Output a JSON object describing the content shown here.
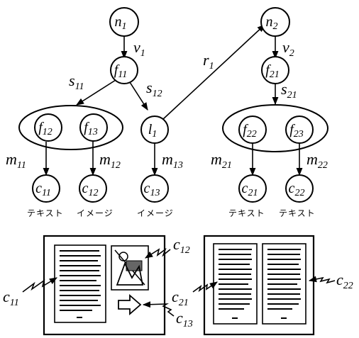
{
  "nodes": {
    "n1": {
      "base": "n",
      "sub": "1"
    },
    "f11": {
      "base": "f",
      "sub": "11"
    },
    "f12": {
      "base": "f",
      "sub": "12"
    },
    "f13": {
      "base": "f",
      "sub": "13"
    },
    "l1": {
      "base": "l",
      "sub": "1"
    },
    "c11": {
      "base": "c",
      "sub": "11"
    },
    "c12": {
      "base": "c",
      "sub": "12"
    },
    "c13": {
      "base": "c",
      "sub": "13"
    },
    "n2": {
      "base": "n",
      "sub": "2"
    },
    "f21": {
      "base": "f",
      "sub": "21"
    },
    "f22": {
      "base": "f",
      "sub": "22"
    },
    "f23": {
      "base": "f",
      "sub": "23"
    },
    "c21": {
      "base": "c",
      "sub": "21"
    },
    "c22": {
      "base": "c",
      "sub": "22"
    }
  },
  "edges": {
    "v1": {
      "base": "v",
      "sub": "1"
    },
    "s11": {
      "base": "s",
      "sub": "11"
    },
    "s12": {
      "base": "s",
      "sub": "12"
    },
    "r1": {
      "base": "r",
      "sub": "1"
    },
    "m11": {
      "base": "m",
      "sub": "11"
    },
    "m12": {
      "base": "m",
      "sub": "12"
    },
    "m13": {
      "base": "m",
      "sub": "13"
    },
    "v2": {
      "base": "v",
      "sub": "2"
    },
    "s21": {
      "base": "s",
      "sub": "21"
    },
    "m21": {
      "base": "m",
      "sub": "21"
    },
    "m22": {
      "base": "m",
      "sub": "22"
    }
  },
  "media_labels": {
    "c11": "テキスト",
    "c12": "イメージ",
    "c13": "イメージ",
    "c21": "テキスト",
    "c22": "テキスト"
  },
  "callouts": {
    "c11": {
      "base": "c",
      "sub": "11"
    },
    "c12": {
      "base": "c",
      "sub": "12"
    },
    "c13": {
      "base": "c",
      "sub": "13"
    },
    "c21": {
      "base": "c",
      "sub": "21"
    },
    "c22": {
      "base": "c",
      "sub": "22"
    }
  }
}
